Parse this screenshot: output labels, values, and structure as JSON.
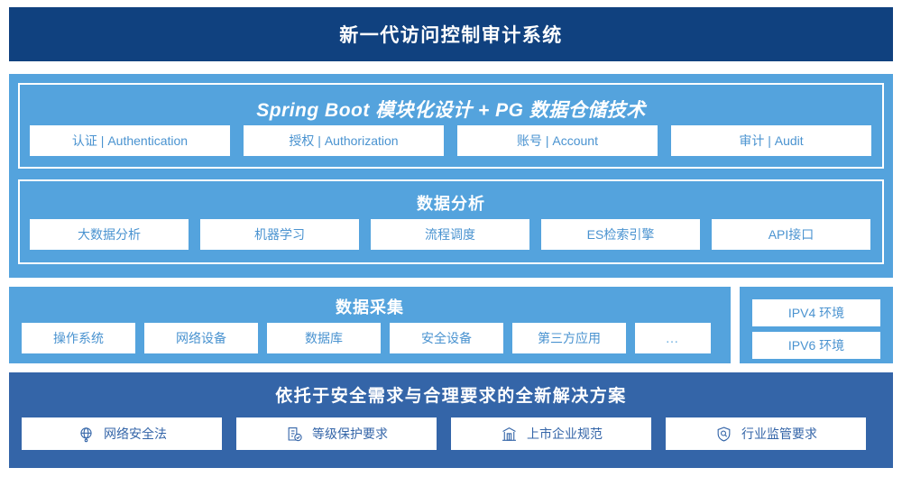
{
  "header": {
    "title": "新一代访问控制审计系统"
  },
  "platform": {
    "section_title": "Spring Boot 模块化设计 + PG 数据仓储技术",
    "items": [
      {
        "label": "认证 | Authentication"
      },
      {
        "label": "授权 | Authorization"
      },
      {
        "label": "账号 | Account"
      },
      {
        "label": "审计 | Audit"
      }
    ]
  },
  "analysis": {
    "section_title": "数据分析",
    "items": [
      {
        "label": "大数据分析"
      },
      {
        "label": "机器学习"
      },
      {
        "label": "流程调度"
      },
      {
        "label": "ES检索引擎"
      },
      {
        "label": "API接口"
      }
    ]
  },
  "collection": {
    "section_title": "数据采集",
    "items": [
      {
        "label": "操作系统"
      },
      {
        "label": "网络设备"
      },
      {
        "label": "数据库"
      },
      {
        "label": "安全设备"
      },
      {
        "label": "第三方应用"
      },
      {
        "label": "…"
      }
    ]
  },
  "environment": {
    "items": [
      {
        "label": "IPV4 环境"
      },
      {
        "label": "IPV6 环境"
      }
    ]
  },
  "solution": {
    "section_title": "依托于安全需求与合理要求的全新解决方案",
    "items": [
      {
        "label": "网络安全法",
        "icon": "globe-network-icon"
      },
      {
        "label": "等级保护要求",
        "icon": "document-check-icon"
      },
      {
        "label": "上市企业规范",
        "icon": "bank-building-icon"
      },
      {
        "label": "行业监管要求",
        "icon": "shield-search-icon"
      }
    ]
  },
  "colors": {
    "header_navy": "#10417f",
    "panel_light_blue": "#54a3dd",
    "panel_mid_blue": "#3465a8",
    "chip_text_blue": "#4a93d0",
    "chip_text_dark_blue": "#3465a8",
    "chip_background": "#ffffff"
  }
}
